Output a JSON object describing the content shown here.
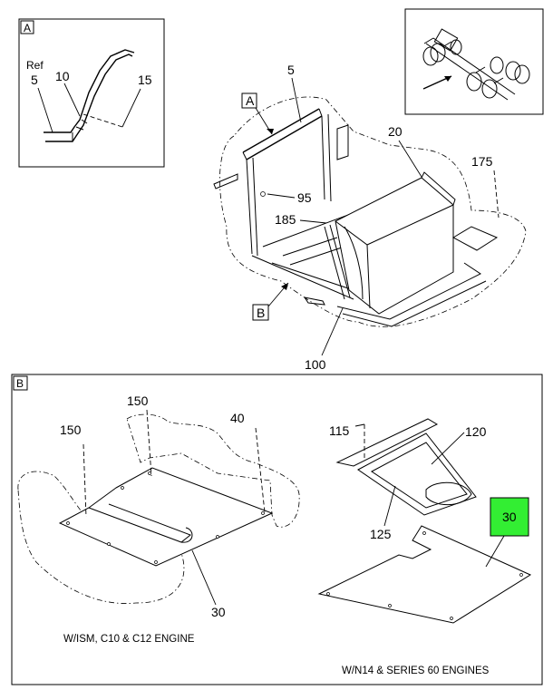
{
  "callouts": {
    "detail_a_tag": "A",
    "ref_text": "Ref",
    "a_5": "5",
    "a_10": "10",
    "a_15": "15",
    "main_a_tag": "A",
    "main_5": "5",
    "main_20": "20",
    "main_175": "175",
    "main_95": "95",
    "main_185": "185",
    "main_b_tag": "B",
    "main_100": "100",
    "detail_b_tag": "B",
    "b_150_left": "150",
    "b_150_top": "150",
    "b_40": "40",
    "b_30_left": "30",
    "b_115": "115",
    "b_120": "120",
    "b_125": "125",
    "b_30_right": "30"
  },
  "captions": {
    "left": "W/ISM, C10 & C12 ENGINE",
    "right": "W/N14 & SERIES 60 ENGINES"
  },
  "highlight_color": "#33ee33"
}
